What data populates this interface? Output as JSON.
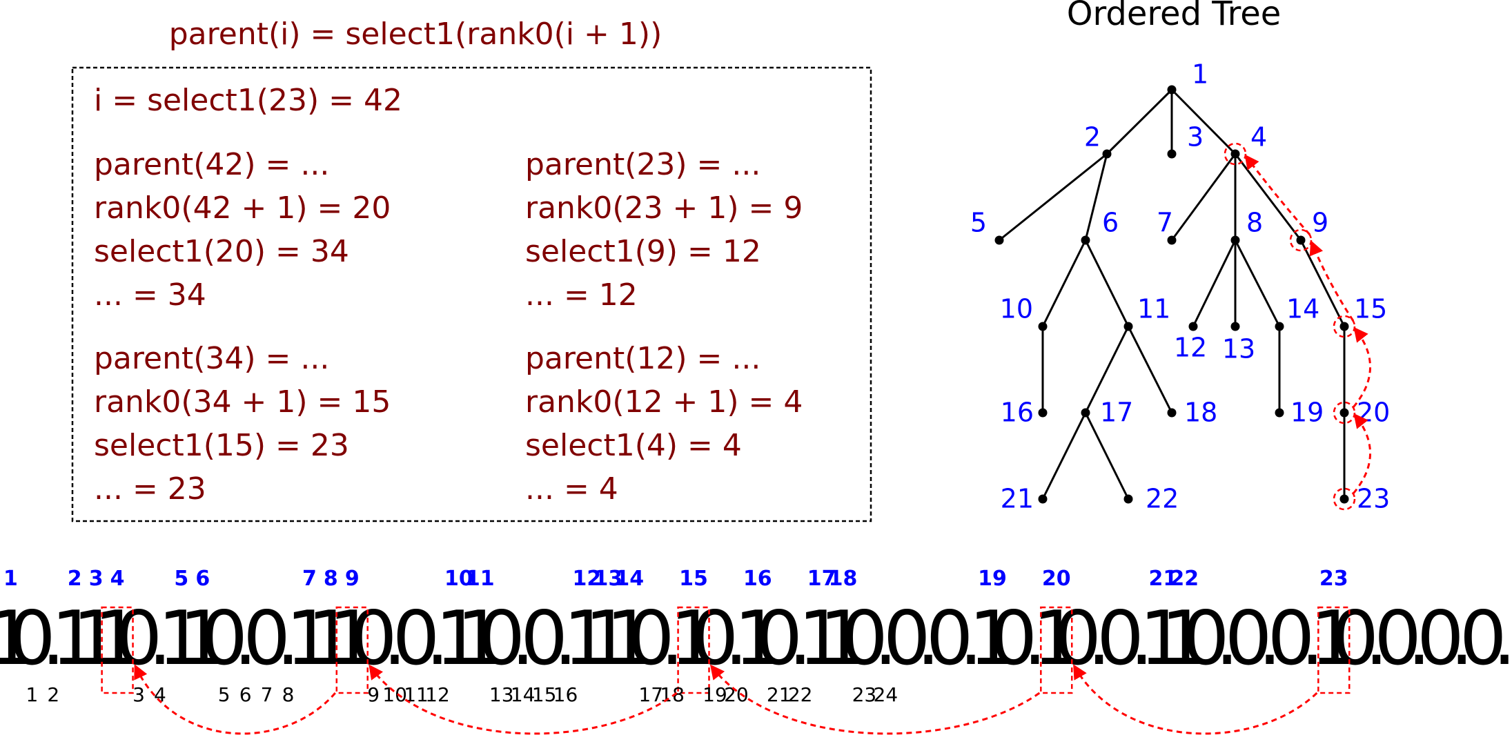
{
  "formula": {
    "title": "parent(i) = select1(rank0(i + 1))",
    "init": "i = select1(23) = 42",
    "columns": [
      [
        [
          "parent(42) = ...",
          "rank0(42 + 1) = 20",
          "select1(20) = 34",
          "... = 34"
        ],
        [
          "parent(34) = ...",
          "rank0(34 + 1) = 15",
          "select1(15) = 23",
          "... = 23"
        ]
      ],
      [
        [
          "parent(23) = ...",
          "rank0(23 + 1) = 9",
          "select1(9) = 12",
          "... = 12"
        ],
        [
          "parent(12) = ...",
          "rank0(12 + 1) = 4",
          "select1(4) = 4",
          "... = 4"
        ]
      ]
    ]
  },
  "tree": {
    "title": "Ordered Tree",
    "nodes": [
      "1",
      "2",
      "3",
      "4",
      "5",
      "6",
      "7",
      "8",
      "9",
      "10",
      "11",
      "12",
      "13",
      "14",
      "15",
      "16",
      "17",
      "18",
      "19",
      "20",
      "21",
      "22",
      "23"
    ],
    "edges": [
      [
        1,
        2
      ],
      [
        1,
        3
      ],
      [
        1,
        4
      ],
      [
        2,
        5
      ],
      [
        2,
        6
      ],
      [
        4,
        7
      ],
      [
        4,
        8
      ],
      [
        4,
        9
      ],
      [
        6,
        10
      ],
      [
        6,
        11
      ],
      [
        8,
        12
      ],
      [
        8,
        13
      ],
      [
        8,
        14
      ],
      [
        9,
        15
      ],
      [
        10,
        16
      ],
      [
        11,
        17
      ],
      [
        11,
        18
      ],
      [
        14,
        19
      ],
      [
        15,
        20
      ],
      [
        17,
        21
      ],
      [
        17,
        22
      ],
      [
        20,
        23
      ]
    ],
    "highlighted_path": [
      23,
      20,
      15,
      9,
      4
    ]
  },
  "sequence": {
    "bits": "10.1110.110.0.1110.0.110.0.1110.10.10.110.0.0.10.10.0.110.0.0.10.0.0.0.",
    "one_labels": [
      "1",
      "2",
      "3",
      "4",
      "5",
      "6",
      "7",
      "8",
      "9",
      "10",
      "11",
      "12",
      "13",
      "14",
      "15",
      "16",
      "17",
      "18",
      "19",
      "20",
      "21",
      "22",
      "23"
    ],
    "zero_labels": [
      "1",
      "2",
      "3",
      "4",
      "5",
      "6",
      "7",
      "8",
      "9",
      "10",
      "11",
      "12",
      "13",
      "14",
      "15",
      "16",
      "17",
      "18",
      "19",
      "20",
      "21",
      "22",
      "23",
      "24"
    ],
    "highlighted_ones": [
      4,
      9,
      15,
      20,
      23
    ]
  },
  "colors": {
    "formula_text": "#800000",
    "labels": "#0000ff",
    "highlight": "#ff0000",
    "ink": "#000000"
  }
}
